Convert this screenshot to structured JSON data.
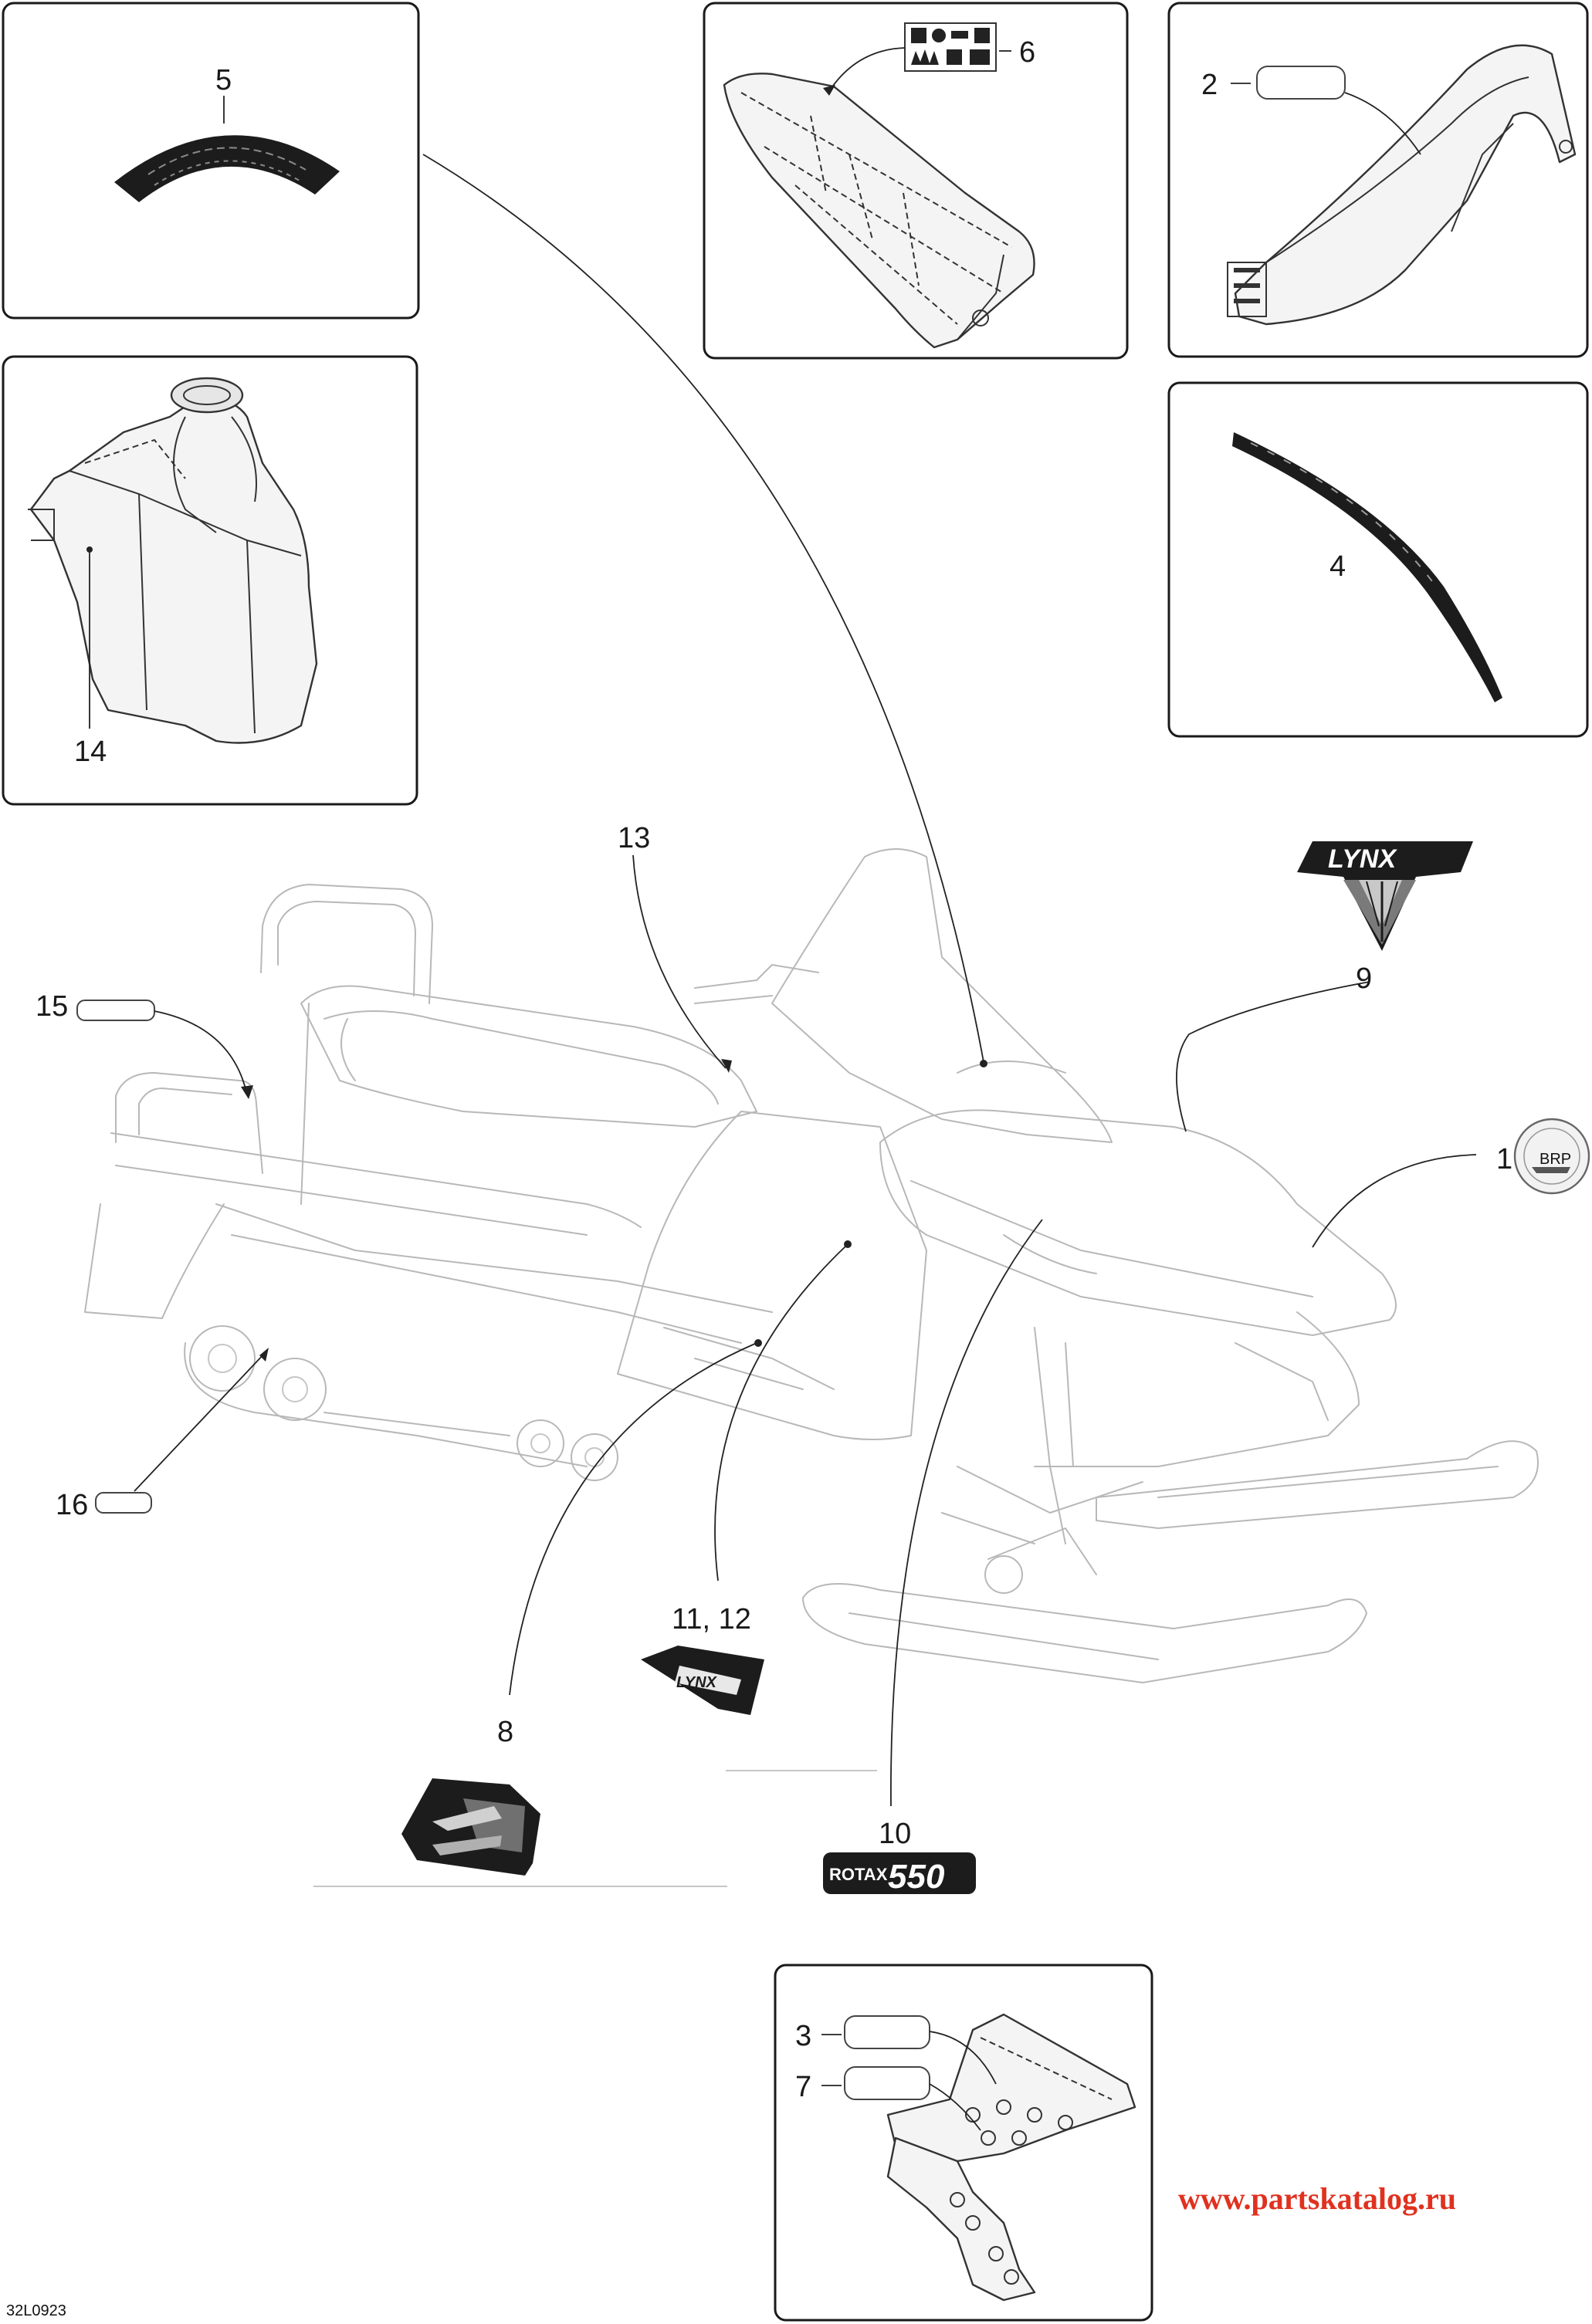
{
  "callouts": {
    "c1": "1",
    "c2": "2",
    "c3": "3",
    "c4": "4",
    "c5": "5",
    "c6": "6",
    "c7": "7",
    "c8": "8",
    "c9": "9",
    "c10": "10",
    "c11_12": "11, 12",
    "c13": "13",
    "c14": "14",
    "c15": "15",
    "c16": "16"
  },
  "decals": {
    "lynx_logo": "LYNX",
    "rotax_word": "ROTAX",
    "rotax_number": "550",
    "side_decal_text": "LYNX",
    "brp_text": "BRP"
  },
  "drawing_code": "32L0923",
  "watermark": "www.partskatalog.ru",
  "colors": {
    "line": "#1a1a1a",
    "ghost": "#b8b8b8",
    "decal_dark": "#1c1c1c",
    "watermark": "#e0311f"
  }
}
